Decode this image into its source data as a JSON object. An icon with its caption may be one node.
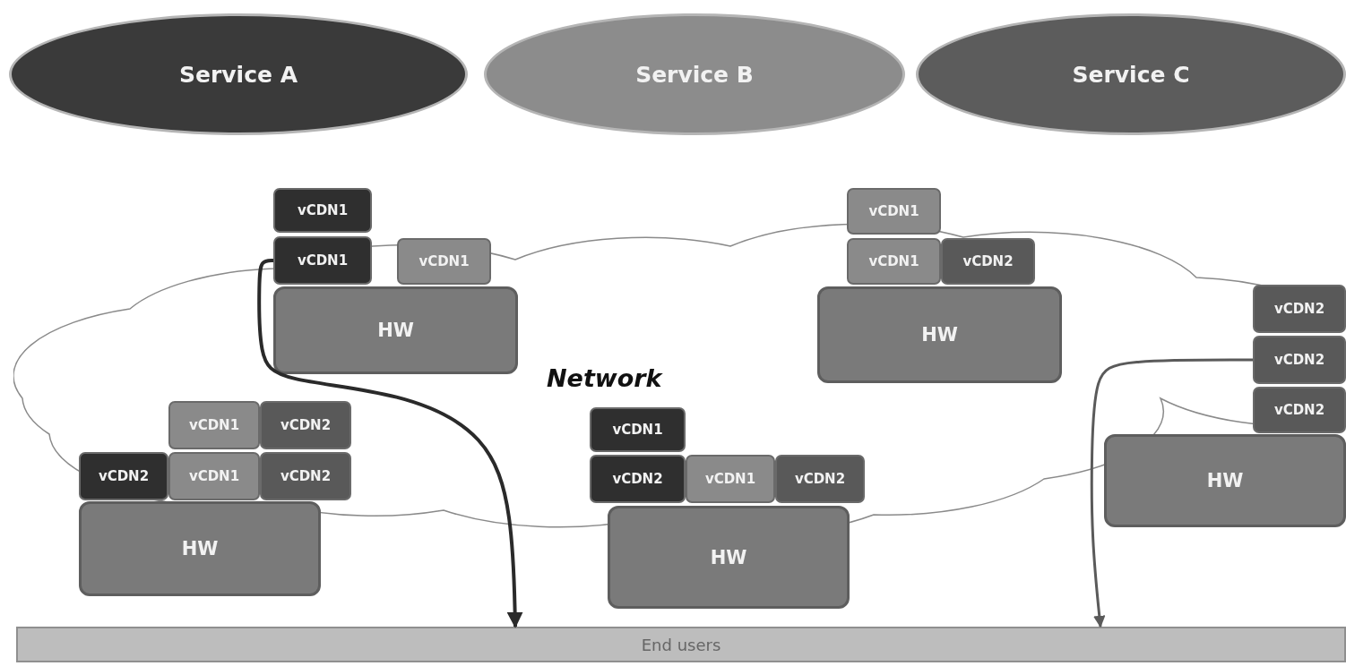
{
  "diagram": {
    "nodes": [
      {
        "text": [
          "Service A"
        ]
      },
      {
        "text": [
          "Service B"
        ]
      },
      {
        "text": [
          "Service C"
        ]
      },
      {
        "text": [
          "vCDN1"
        ]
      },
      {
        "text": [
          "vCDN1"
        ]
      },
      {
        "text": [
          "vCDN1"
        ]
      },
      {
        "text": [
          "HW"
        ]
      },
      {
        "text": [
          "vCDN1"
        ]
      },
      {
        "text": [
          "vCDN1"
        ]
      },
      {
        "text": [
          "vCDN2"
        ]
      },
      {
        "text": [
          "HW"
        ]
      },
      {
        "text": [
          "vCDN2"
        ]
      },
      {
        "text": [
          "vCDN2"
        ]
      },
      {
        "text": [
          "vCDN2"
        ]
      },
      {
        "text": [
          "HW"
        ]
      },
      {
        "text": [
          "vCDN1"
        ]
      },
      {
        "text": [
          "vCDN2"
        ]
      },
      {
        "text": [
          "vCDN2"
        ]
      },
      {
        "text": [
          "vCDN1"
        ]
      },
      {
        "text": [
          "vCDN2"
        ]
      },
      {
        "text": [
          "HW"
        ]
      },
      {
        "text": [
          "vCDN1"
        ]
      },
      {
        "text": [
          "vCDN2"
        ]
      },
      {
        "text": [
          "vCDN1"
        ]
      },
      {
        "text": [
          "vCDN2"
        ]
      },
      {
        "text": [
          "HW"
        ]
      },
      {
        "text": [
          "End users"
        ]
      }
    ],
    "edges": [
      {
        "from": 4,
        "to": 26,
        "arrow": "to"
      },
      {
        "from": 12,
        "to": 26,
        "arrow": "to"
      }
    ],
    "labels": [
      "Network"
    ]
  }
}
